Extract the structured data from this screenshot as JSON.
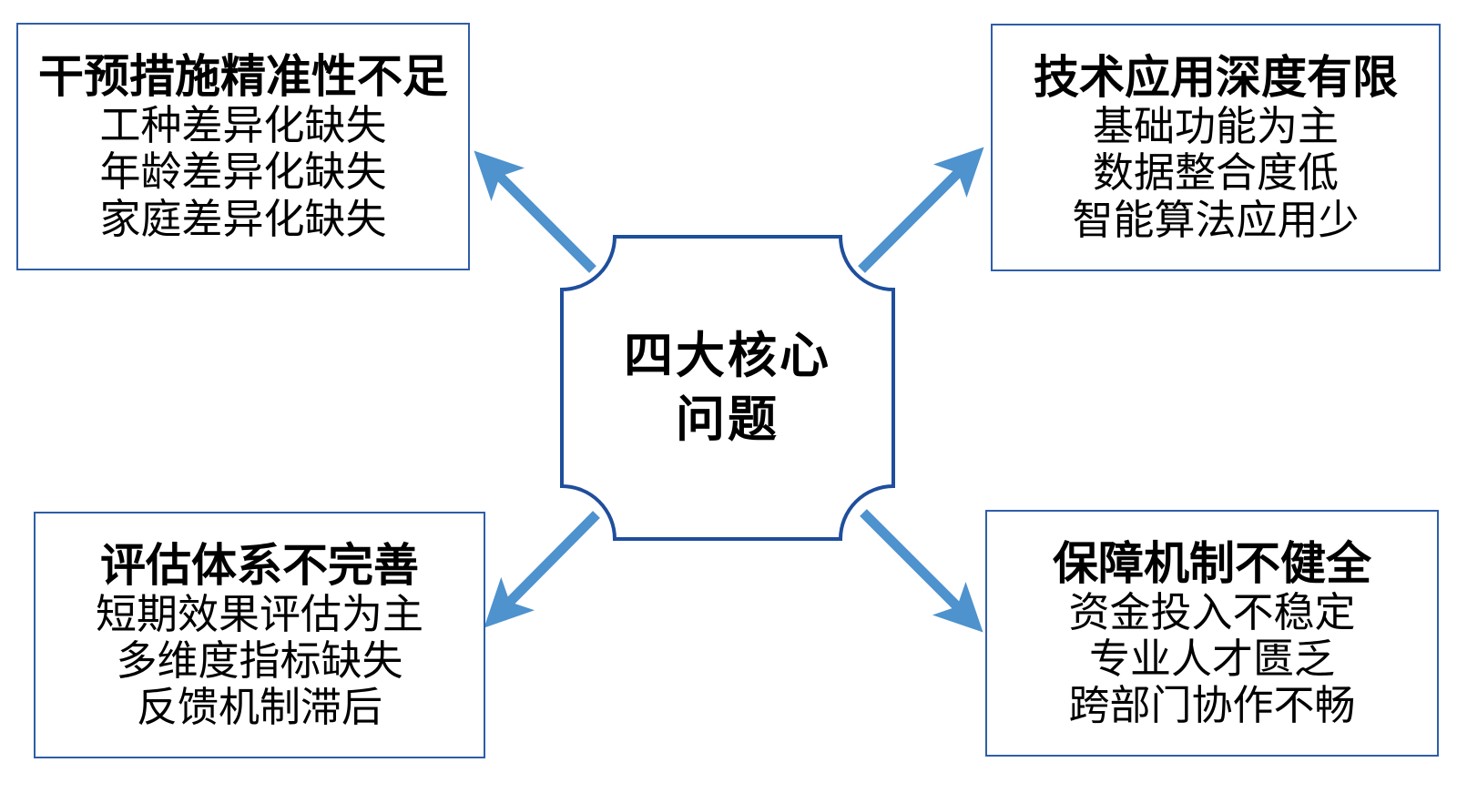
{
  "diagram": {
    "type": "four-quadrant radial problem map",
    "center": {
      "shape": "concave-corner square",
      "lines": [
        "四大核心",
        "问题"
      ],
      "border_color": "#1F4E9C",
      "fill_color": "#FFFFFF"
    },
    "arrow_color": "#4E92CE",
    "box_border_color": "#2E5EA8",
    "background_color": "#FFFFFF",
    "quadrants": [
      {
        "position": "top-left",
        "title": "干预措施精准性不足",
        "items": [
          "工种差异化缺失",
          "年龄差异化缺失",
          "家庭差异化缺失"
        ]
      },
      {
        "position": "top-right",
        "title": "技术应用深度有限",
        "items": [
          "基础功能为主",
          "数据整合度低",
          "智能算法应用少"
        ]
      },
      {
        "position": "bottom-left",
        "title": "评估体系不完善",
        "items": [
          "短期效果评估为主",
          "多维度指标缺失",
          "反馈机制滞后"
        ]
      },
      {
        "position": "bottom-right",
        "title": "保障机制不健全",
        "items": [
          "资金投入不稳定",
          "专业人才匮乏",
          "跨部门协作不畅"
        ]
      }
    ],
    "arrows": [
      {
        "name": "arrow-center-to-top-left",
        "direction": "up-left"
      },
      {
        "name": "arrow-center-to-top-right",
        "direction": "up-right"
      },
      {
        "name": "arrow-center-to-bottom-left",
        "direction": "down-left"
      },
      {
        "name": "arrow-center-to-bottom-right",
        "direction": "down-right"
      }
    ]
  }
}
